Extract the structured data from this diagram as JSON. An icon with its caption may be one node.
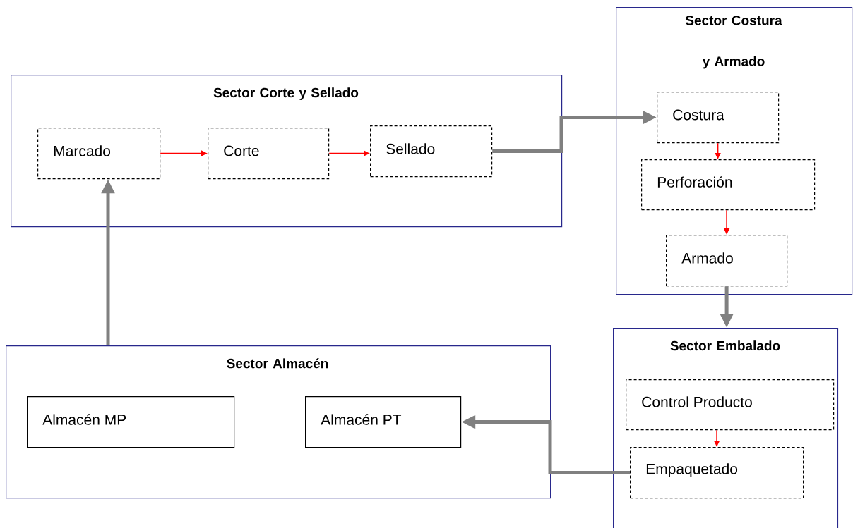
{
  "diagram": {
    "nodes": [
      {
        "text": [
          "Sector Corte y Sellado"
        ]
      },
      {
        "text": [
          "Marcado"
        ],
        "in": 0
      },
      {
        "text": [
          "Corte"
        ],
        "in": 0
      },
      {
        "text": [
          "Sellado"
        ],
        "in": 0
      },
      {
        "text": [
          "Sector Costura y Armado"
        ]
      },
      {
        "text": [
          "Costura"
        ],
        "in": 4
      },
      {
        "text": [
          "Perforación"
        ],
        "in": 4
      },
      {
        "text": [
          "Armado"
        ],
        "in": 4
      },
      {
        "text": [
          "Sector Embalado"
        ]
      },
      {
        "text": [
          "Control Producto"
        ],
        "in": 8
      },
      {
        "text": [
          "Empaquetado"
        ],
        "in": 8
      },
      {
        "text": [
          "Sector Almacén"
        ]
      },
      {
        "text": [
          "Almacén MP"
        ],
        "in": 11
      },
      {
        "text": [
          "Almacén PT"
        ],
        "in": 11
      }
    ],
    "edges": [
      {
        "from": 1,
        "to": 2,
        "arrow": "to"
      },
      {
        "from": 2,
        "to": 3,
        "arrow": "to"
      },
      {
        "from": 3,
        "to": 5,
        "arrow": "to",
        "style": "thick",
        "color": "#808080"
      },
      {
        "from": 5,
        "to": 6,
        "arrow": "to"
      },
      {
        "from": 6,
        "to": 7,
        "arrow": "to"
      },
      {
        "from": 7,
        "to": 8,
        "arrow": "to",
        "style": "thick",
        "color": "#808080"
      },
      {
        "from": 9,
        "to": 10,
        "arrow": "to"
      },
      {
        "from": 10,
        "to": 13,
        "arrow": "to",
        "style": "thick",
        "color": "#808080"
      },
      {
        "from": 11,
        "to": 1,
        "arrow": "to",
        "style": "thick",
        "color": "#808080"
      }
    ]
  }
}
